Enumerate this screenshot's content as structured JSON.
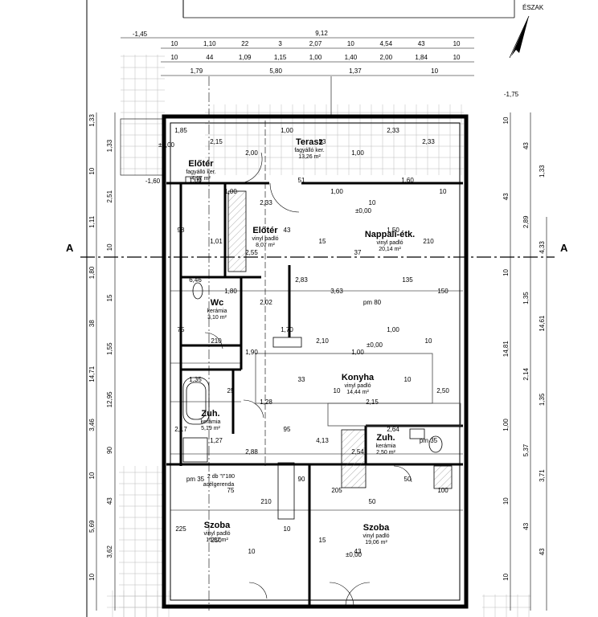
{
  "north": "ÉSZAK",
  "section": "A",
  "rooms": [
    {
      "name": "Előtér",
      "floor": "fagyálló ker.",
      "area": "4,17 m²"
    },
    {
      "name": "Terasz",
      "floor": "fagyálló ker.",
      "area": "13,26 m²"
    },
    {
      "name": "Előtér",
      "floor": "vinyl padló",
      "area": "8,07 m²"
    },
    {
      "name": "Nappali-étk.",
      "floor": "vinyl padló",
      "area": "20,14 m²"
    },
    {
      "name": "Wc",
      "floor": "kerámia",
      "area": "3,10 m²"
    },
    {
      "name": "Konyha",
      "floor": "vinyl padló",
      "area": "14,44 m²"
    },
    {
      "name": "Zuh.",
      "floor": "kerámia",
      "area": "5,19 m²"
    },
    {
      "name": "Zuh.",
      "floor": "kerámia",
      "area": "2,50 m²"
    },
    {
      "name": "Szoba",
      "floor": "vinyl padló",
      "area": "15,82 m²"
    },
    {
      "name": "Szoba",
      "floor": "vinyl padló",
      "area": "19,06 m²"
    }
  ],
  "levels": [
    "-1,45",
    "-1,75",
    "±0,00",
    "-1,60",
    "±0,00",
    "±0,00",
    "±0,00"
  ],
  "beam": [
    "2 db \"I\"180",
    "acélgerenda"
  ],
  "dims_top": [
    [
      "9,12"
    ],
    [
      "10",
      "1,10",
      "22",
      "3",
      "2,07",
      "10",
      "4,54",
      "43",
      "10"
    ],
    [
      "10",
      "44",
      "1,09",
      "1,15",
      "1,00",
      "1,40",
      "2,00",
      "1,84",
      "10"
    ],
    [
      "1,79",
      "5,80",
      "1,37",
      "10"
    ]
  ],
  "dims_interior": [
    "1,85",
    "2,15",
    "2,00",
    "1,00",
    "53",
    "1,00",
    "2,33",
    "2,33",
    "1,00",
    "1,00",
    "2,33",
    "51",
    "1,00",
    "10",
    "1,60",
    "10",
    "98",
    "1,01",
    "2,55",
    "43",
    "15",
    "37",
    "1,50",
    "210",
    "6,46",
    "1,80",
    "2,02",
    "2,83",
    "3,63",
    "pm 80",
    "135",
    "150",
    "75",
    "210",
    "1,90",
    "1,70",
    "2,10",
    "1,00",
    "1,00",
    "10",
    "1,35",
    "25",
    "1,28",
    "33",
    "10",
    "2,15",
    "10",
    "2,50",
    "2,17",
    "1,27",
    "2,88",
    "95",
    "4,13",
    "2,54",
    "2,64",
    "pm 35",
    "pm 35",
    "75",
    "210",
    "90",
    "205",
    "50",
    "50",
    "100",
    "225",
    "210",
    "10",
    "10",
    "15",
    "43"
  ],
  "dims_left": [
    "1,33",
    "1,33",
    "10",
    "2,51",
    "1,11",
    "10",
    "1,80",
    "15",
    "38",
    "1,55",
    "14,71",
    "12,95",
    "3,46",
    "90",
    "10",
    "43",
    "5,69",
    "3,62",
    "10"
  ],
  "dims_right": [
    "10",
    "43",
    "1,33",
    "43",
    "2,89",
    "4,33",
    "10",
    "1,35",
    "14,61",
    "14,81",
    "2,14",
    "1,35",
    "1,00",
    "5,37",
    "3,71",
    "10",
    "43",
    "43",
    "10"
  ]
}
